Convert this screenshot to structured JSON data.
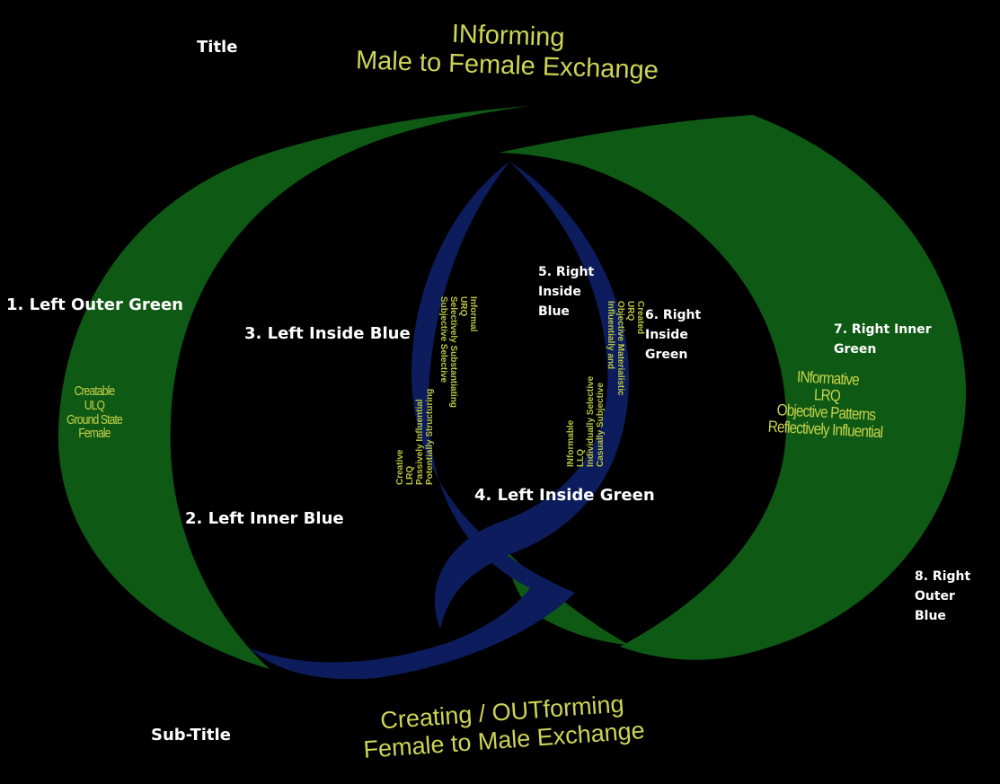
{
  "title": {
    "label": "Title",
    "line1": "INforming",
    "line2": "Male to Female Exchange"
  },
  "subtitle": {
    "label": "Sub-Title",
    "line1": "Creating / OUTforming",
    "line2": "Female to Male Exchange"
  },
  "regions": {
    "r1": "1. Left Outer Green",
    "r2": "2. Left Inner Blue",
    "r3": "3. Left Inside Blue",
    "r4": "4. Left Inside Green",
    "r5": [
      "5. Right",
      "Inside",
      "Blue"
    ],
    "r6": [
      "6. Right",
      "Inside",
      "Green"
    ],
    "r7": [
      "7. Right Inner",
      "Green"
    ],
    "r8": [
      "8. Right",
      "Outer",
      "Blue"
    ]
  },
  "lists": {
    "left_outer": [
      "Creatable",
      "ULQ",
      "Ground State",
      "Female"
    ],
    "right_inner": [
      "INformative",
      "LRQ",
      "Objective Patterns",
      "Reflectively Influential"
    ],
    "left_inside_blue": [
      "Creative",
      "LRQ",
      "Passively Influential",
      "Potentially Structuring"
    ],
    "left_inside_green": [
      "Informal",
      "URQ",
      "Selectively Substantiating",
      "Subjective Selective"
    ],
    "right_inside_blue": [
      "INformable",
      "LLQ",
      "Individually Selective",
      "Casually Subjective"
    ],
    "right_inside_green": [
      "Created",
      "URQ",
      "Objective Materialistic",
      "Influentially and"
    ]
  },
  "colors": {
    "green": "#0e5a14",
    "blue": "#0c1c5c",
    "yellow_text": "#c9d14b",
    "label_text": "#ffffff",
    "background": "#000000"
  }
}
